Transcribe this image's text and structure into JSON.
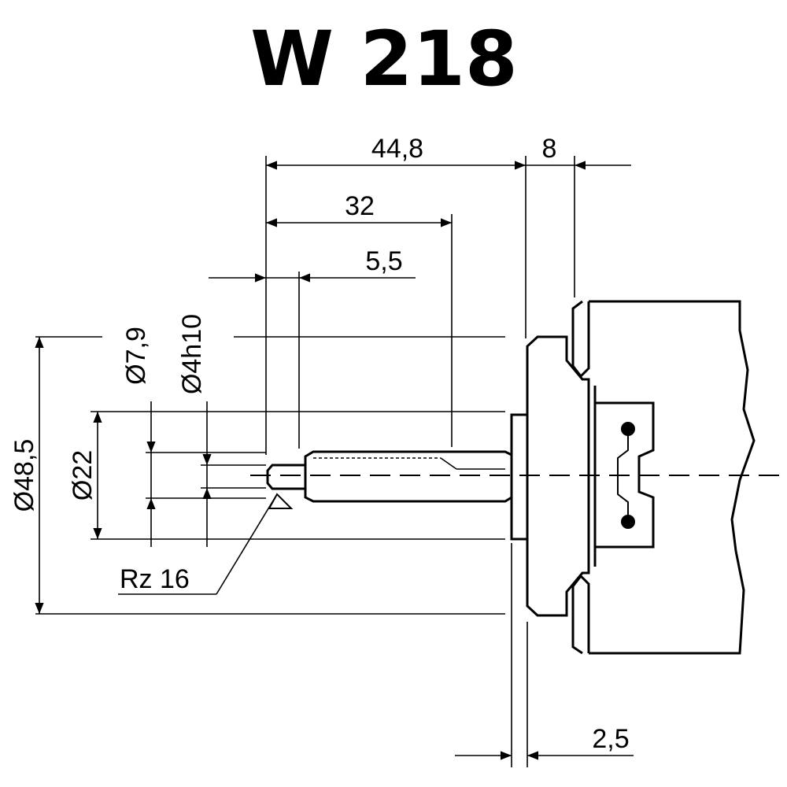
{
  "title": "W 218",
  "dimensions": {
    "d_44_8": "44,8",
    "d_8": "8",
    "d_32": "32",
    "d_5_5": "5,5",
    "d_7_9": "Ø7,9",
    "d_4h10": "Ø4h10",
    "d_48_5": "Ø48,5",
    "d_22": "Ø22",
    "d_2_5": "2,5",
    "rz": "Rz 16"
  }
}
